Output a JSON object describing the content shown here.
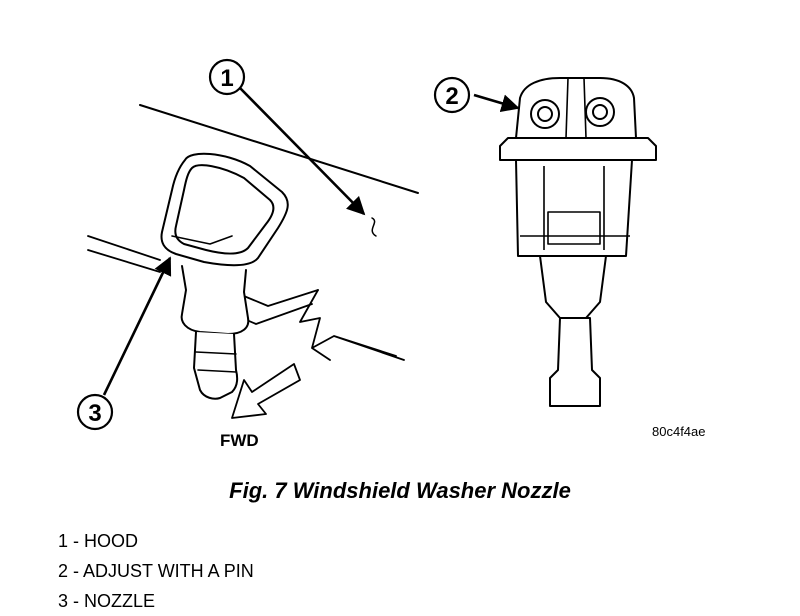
{
  "figure": {
    "callouts": [
      {
        "number": "1"
      },
      {
        "number": "2"
      },
      {
        "number": "3"
      }
    ],
    "direction_label": "FWD",
    "image_code": "80c4f4ae"
  },
  "caption": "Fig. 7 Windshield Washer Nozzle",
  "legend": [
    {
      "text": "1 - HOOD"
    },
    {
      "text": "2 - ADJUST WITH A PIN"
    },
    {
      "text": "3 - NOZZLE"
    }
  ]
}
